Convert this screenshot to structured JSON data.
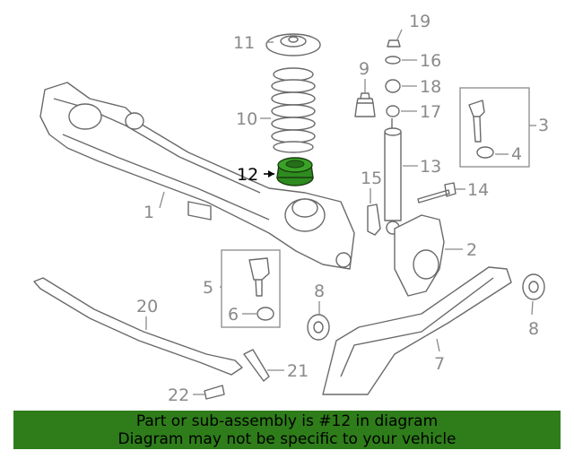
{
  "callouts": {
    "c1": "1",
    "c2": "2",
    "c3": "3",
    "c4": "4",
    "c5": "5",
    "c6": "6",
    "c7": "7",
    "c8a": "8",
    "c8b": "8",
    "c9": "9",
    "c10": "10",
    "c11": "11",
    "c12": "12",
    "c13": "13",
    "c14": "14",
    "c15": "15",
    "c16": "16",
    "c17": "17",
    "c18": "18",
    "c19": "19",
    "c20": "20",
    "c21": "21",
    "c22": "22"
  },
  "highlight": {
    "part": "12",
    "color": "#2e8b1f"
  },
  "banner": {
    "line1": "Part or sub-assembly is #12 in diagram",
    "line2": "Diagram may not be specific to your vehicle",
    "background": "#2e7d1a"
  }
}
